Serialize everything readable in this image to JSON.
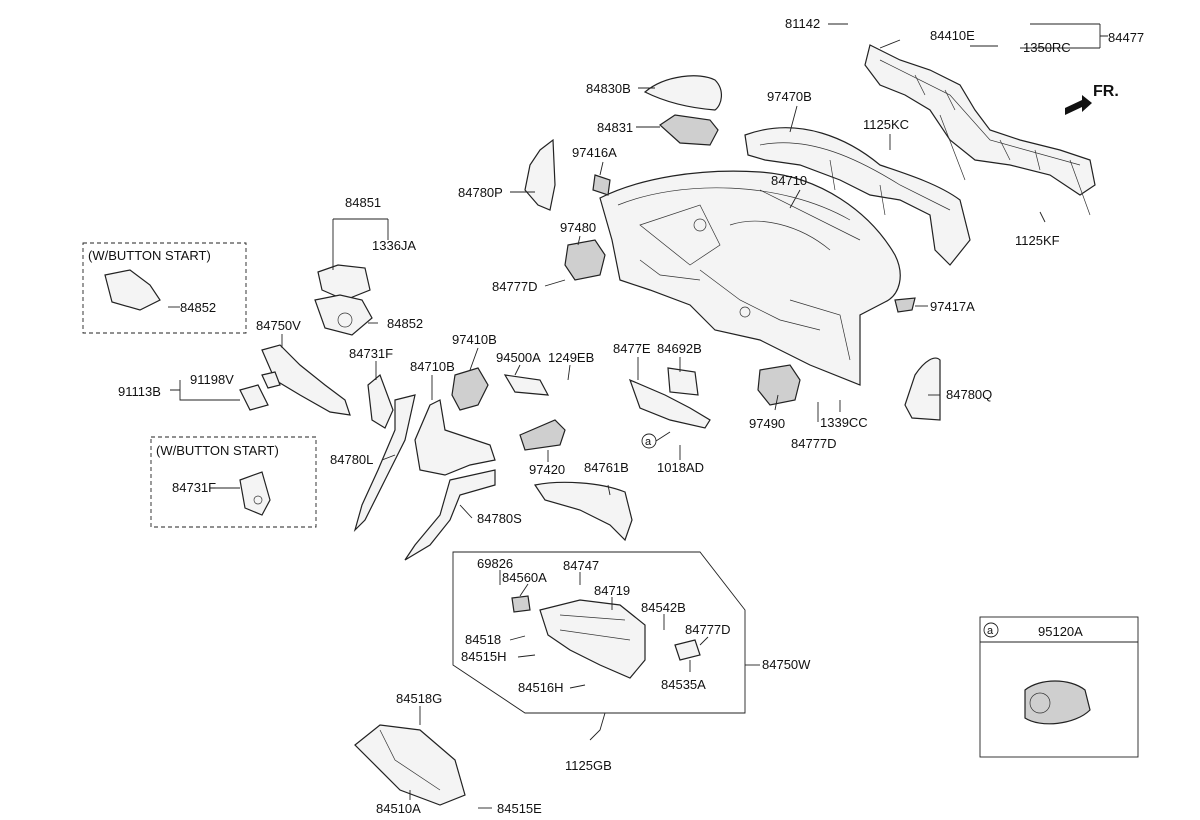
{
  "diagram": {
    "orientation_label": "FR.",
    "boxes": {
      "button_start_top": "(W/BUTTON START)",
      "button_start_bottom": "(W/BUTTON START)",
      "circle_ref_marker": "a",
      "circle_ref_detail": "a",
      "detail_part": "95120A"
    },
    "labels": [
      "81142",
      "84410E",
      "84477",
      "1350RC",
      "84830B",
      "97470B",
      "84831",
      "1125KC",
      "97416A",
      "84710",
      "84780P",
      "97480",
      "1125KF",
      "84851",
      "1336JA",
      "84852",
      "84852",
      "84777D",
      "97417A",
      "84750V",
      "97410B",
      "84731F",
      "94500A",
      "1249EB",
      "8477E",
      "84692B",
      "84710B",
      "91198V",
      "91113B",
      "84780Q",
      "97490",
      "1339CC",
      "84777D",
      "84780L",
      "1018AD",
      "97420",
      "84761B",
      "84731F",
      "84780S",
      "69826",
      "84747",
      "84560A",
      "84719",
      "84542B",
      "84518",
      "84777D",
      "84515H",
      "84750W",
      "84535A",
      "84516H",
      "84518G",
      "1125GB",
      "84510A",
      "84515E"
    ]
  }
}
